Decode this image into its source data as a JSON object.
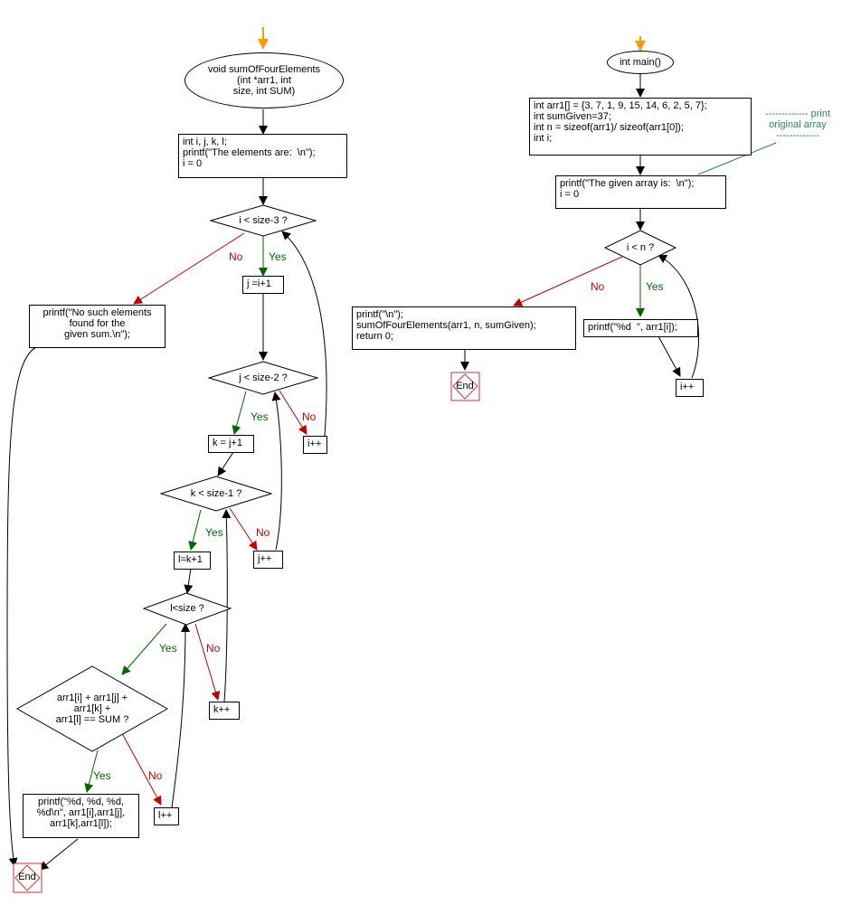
{
  "left": {
    "start_oval": "void sumOfFourElements\n(int *arr1, int\nsize, int SUM)",
    "init_box": "int i, j, k, l;\nprintf(\"The elements are:  \\n\");\ni = 0",
    "cond_i": "i < size-3 ?",
    "not_found_box": "printf(\"No such elements\nfound for the\ngiven sum.\\n\");",
    "assign_j": "j =i+1",
    "cond_j": "j < size-2 ?",
    "inc_i": "i++",
    "assign_k": "k = j+1",
    "cond_k": "k < size-1 ?",
    "inc_j": "j++",
    "assign_l": "l=k+1",
    "cond_l": "l<size ?",
    "inc_k": "k++",
    "cond_sum": "arr1[i] + arr1[j] +\narr1[k] +\narr1[l] == SUM ?",
    "print_box": "printf(\"%d, %d, %d,\n%d\\n\", arr1[i],arr1[j],\narr1[k],arr1[l]);",
    "inc_l": "l++",
    "end": "End"
  },
  "right": {
    "start_oval": "int main()",
    "init_box": "int arr1[] = {3, 7, 1, 9, 15, 14, 6, 2, 5, 7};\nint sumGiven=37;\nint n = sizeof(arr1)/ sizeof(arr1[0]);\nint i;",
    "print_given_box": "printf(\"The given array is:  \\n\");\ni = 0",
    "cond_i": "i < n ?",
    "final_box": "printf(\"\\n\");\nsumOfFourElements(arr1, n, sumGiven);\nreturn 0;",
    "print_elem_box": "printf(\"%d  \", arr1[i]);",
    "inc_i": "i++",
    "end": "End",
    "comment": "------------- print\noriginal array\n-------------"
  },
  "labels": {
    "yes": "Yes",
    "no": "No"
  },
  "colors": {
    "yes": "#006600",
    "no": "#c00000",
    "arrow": "#000000",
    "start_arrow": "#ff9900",
    "end": "#cc3333",
    "note": "#2f7f6f"
  }
}
